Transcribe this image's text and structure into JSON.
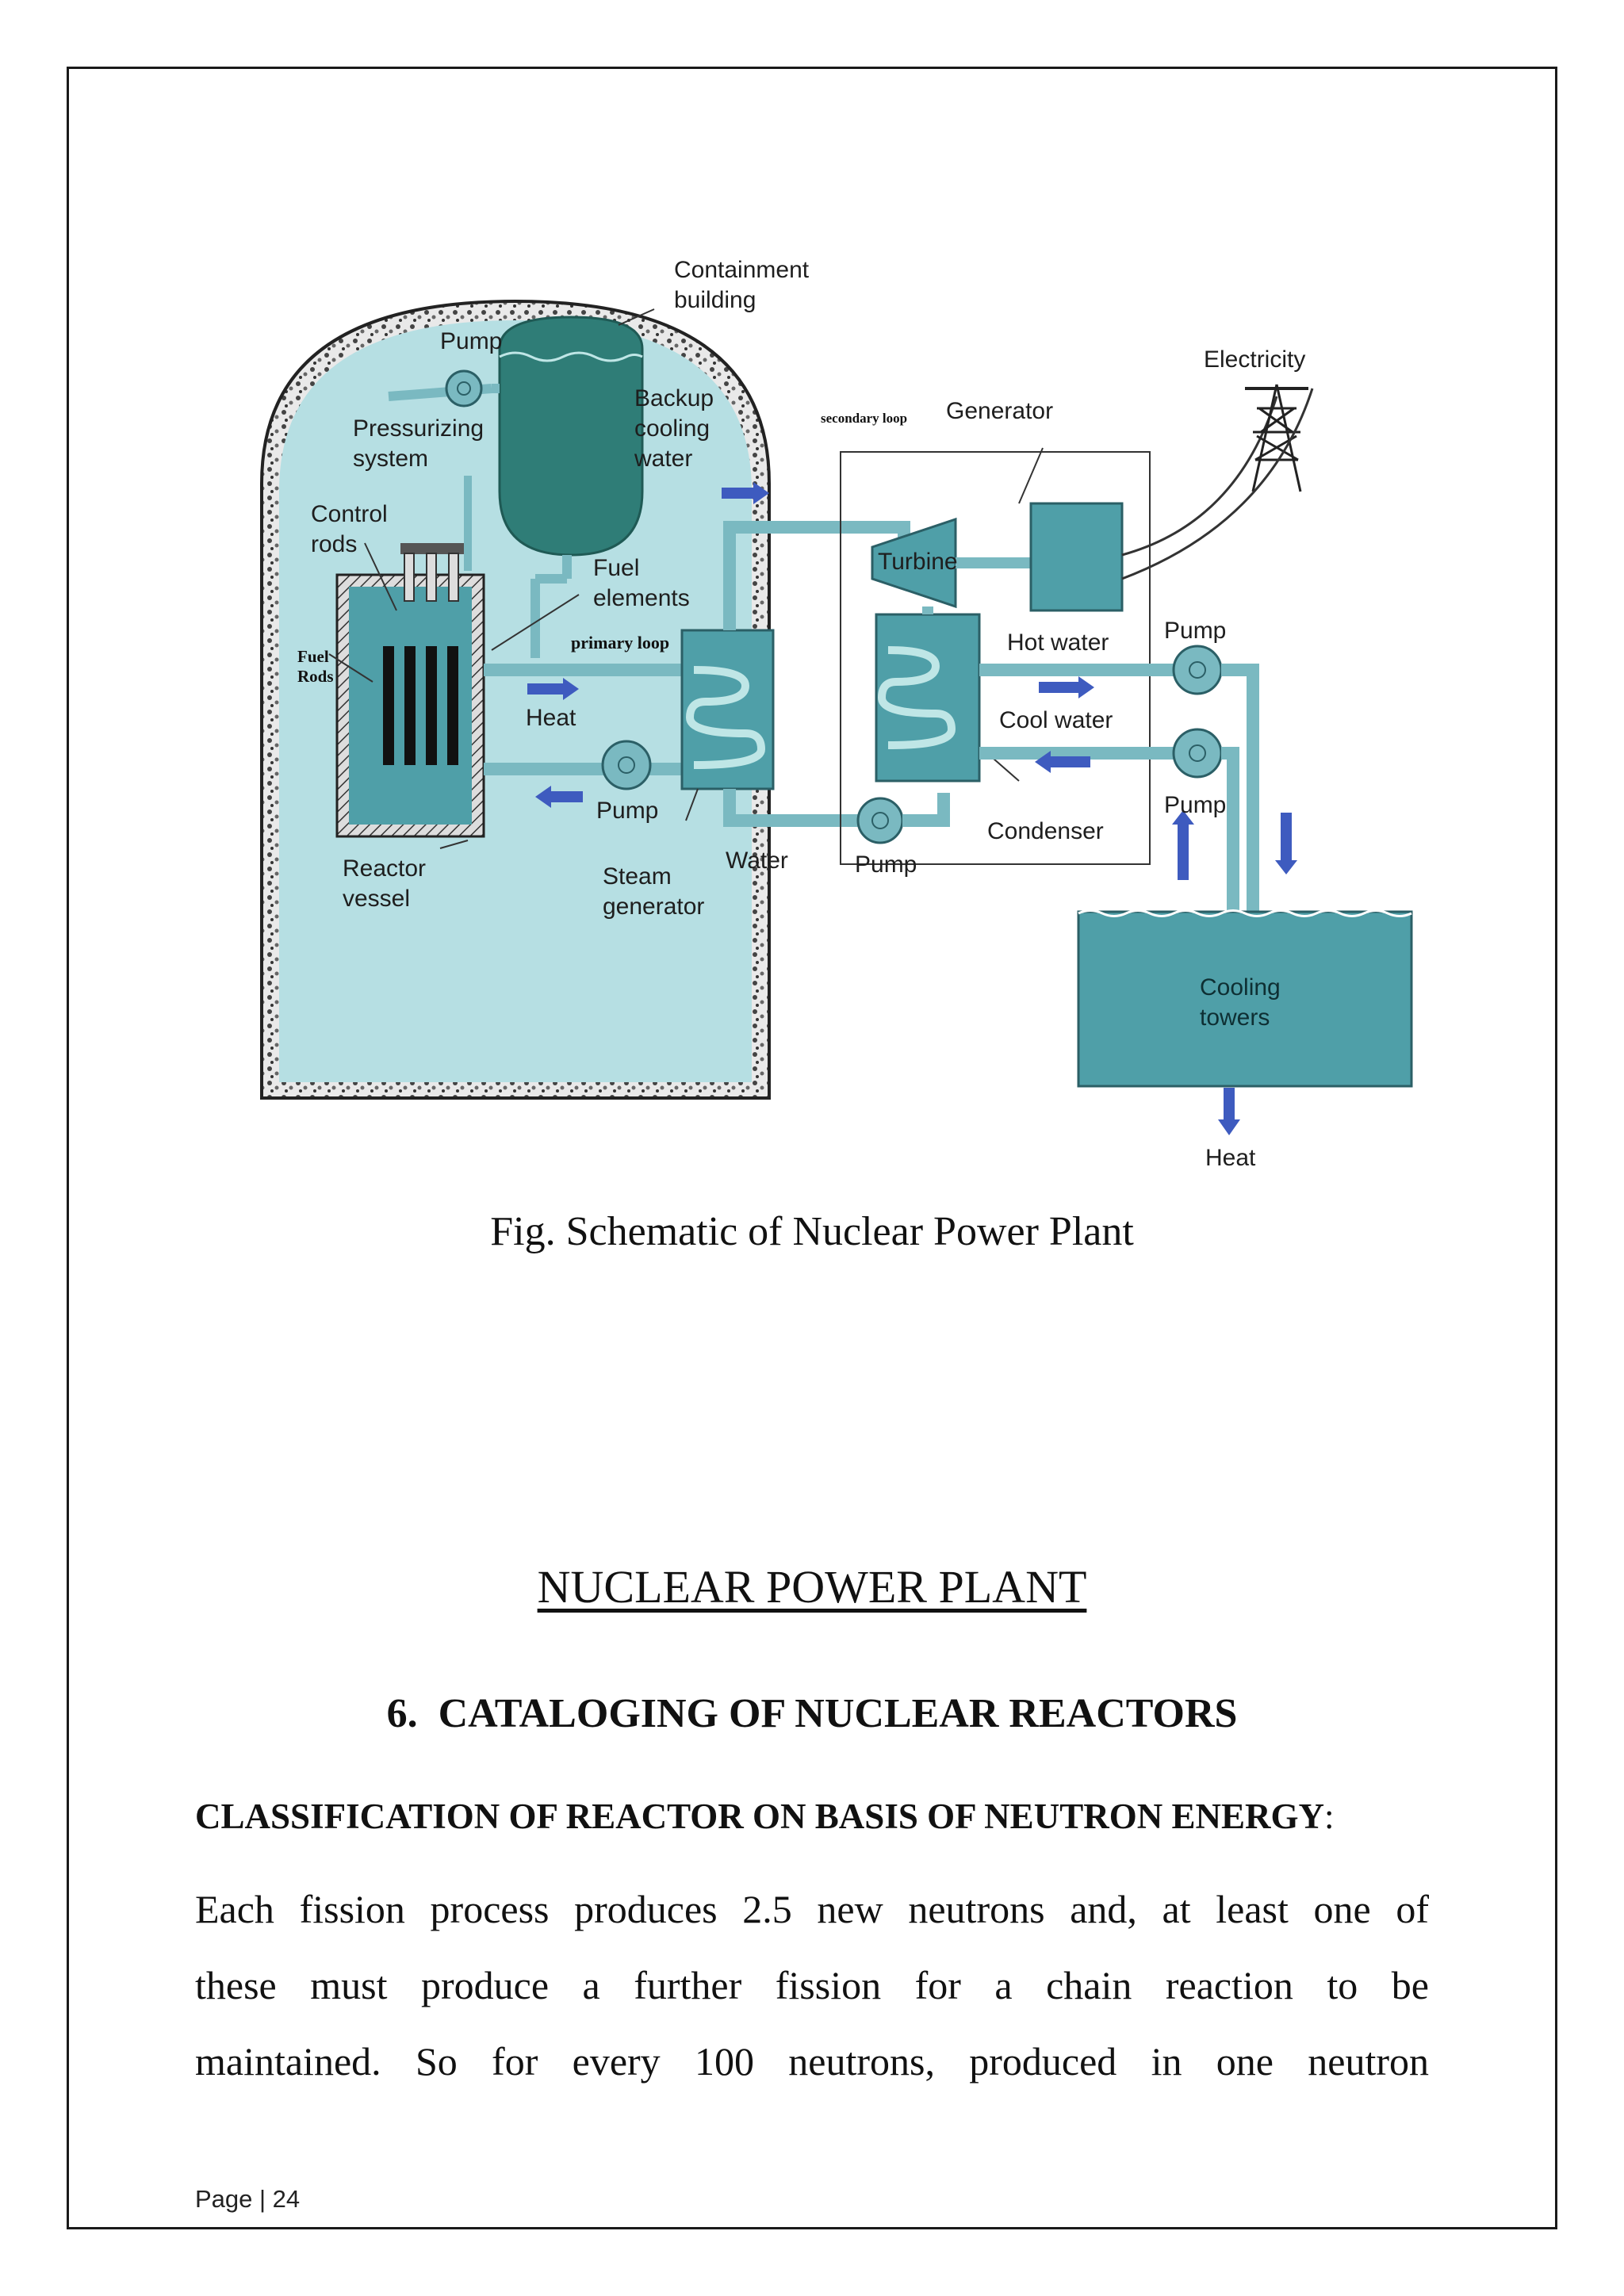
{
  "figure": {
    "labels": {
      "containment_building_1": "Containment",
      "containment_building_2": "building",
      "pump_top": "Pump",
      "pressurizing_1": "Pressurizing",
      "pressurizing_2": "system",
      "backup_1": "Backup",
      "backup_2": "cooling",
      "backup_3": "water",
      "control_rods_1": "Control",
      "control_rods_2": "rods",
      "fuel_elements_1": "Fuel",
      "fuel_elements_2": "elements",
      "primary_loop": "primary loop",
      "fuel_rods_1": "Fuel",
      "fuel_rods_2": "Rods",
      "heat_left": "Heat",
      "pump_primary": "Pump",
      "reactor_vessel_1": "Reactor",
      "reactor_vessel_2": "vessel",
      "steam_generator_1": "Steam",
      "steam_generator_2": "generator",
      "water": "Water",
      "secondary_loop": "secondary loop",
      "generator": "Generator",
      "turbine": "Turbine",
      "electricity": "Electricity",
      "hot_water": "Hot water",
      "cool_water": "Cool water",
      "pump_right_top": "Pump",
      "pump_right_bottom": "Pump",
      "condenser": "Condenser",
      "pump_secondary": "Pump",
      "cooling_towers_1": "Cooling",
      "cooling_towers_2": "towers",
      "heat_bottom": "Heat"
    },
    "colors": {
      "containment_fill": "#b6dfe3",
      "water_teal": "#4f9fa8",
      "pipe": "#7ab9c1",
      "arrow_blue": "#3e5bbf",
      "dark_teal": "#2f7d77"
    }
  },
  "caption": "Fig. Schematic of Nuclear Power Plant",
  "section_title": "NUCLEAR POWER PLANT",
  "heading": "6.  CATALOGING OF NUCLEAR REACTORS",
  "subheading": "CLASSIFICATION OF REACTOR ON BASIS OF NEUTRON ENERGY",
  "subheading_colon": ":",
  "body_lines": [
    "Each fission process produces 2.5 new neutrons and, at least one of",
    "these must produce a further fission for a chain reaction to be",
    "maintained. So for every 100 neutrons, produced in one neutron"
  ],
  "footer": "Page | 24"
}
